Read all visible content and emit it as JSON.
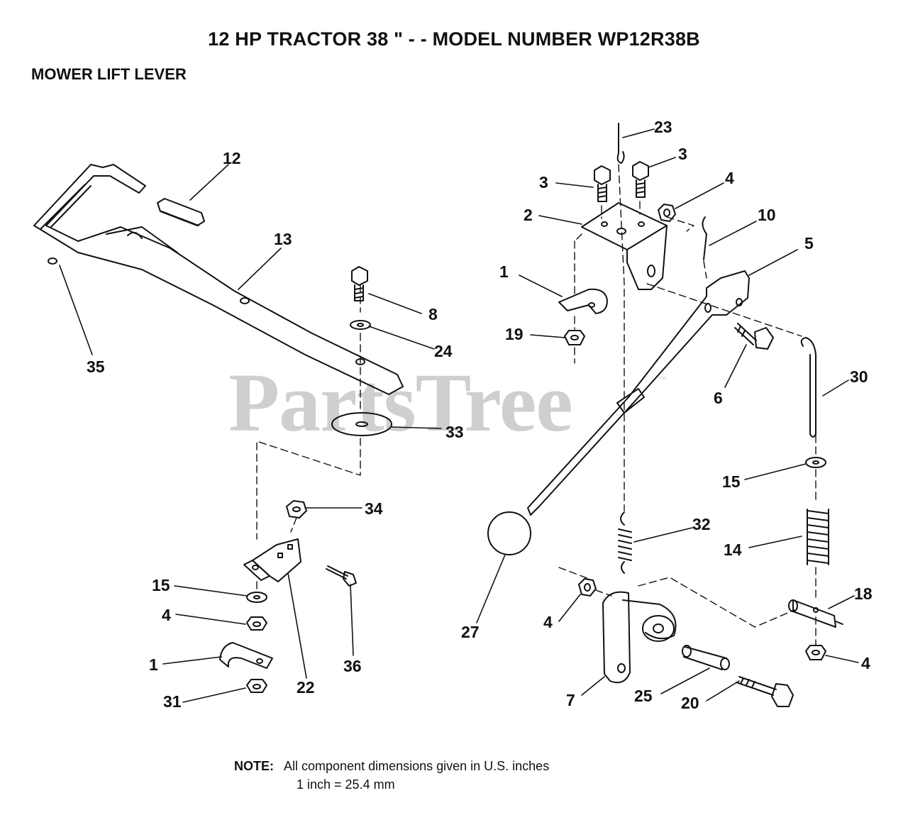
{
  "header": {
    "title": "12 HP TRACTOR  38 \" - - MODEL NUMBER WP12R38B",
    "subtitle": "MOWER LIFT LEVER"
  },
  "watermark": {
    "text": "PartsTree",
    "trademark": "™"
  },
  "callouts": [
    {
      "id": "c23",
      "label": "23"
    },
    {
      "id": "c3a",
      "label": "3"
    },
    {
      "id": "c3b",
      "label": "3"
    },
    {
      "id": "c4a",
      "label": "4"
    },
    {
      "id": "c2",
      "label": "2"
    },
    {
      "id": "c10",
      "label": "10"
    },
    {
      "id": "c5",
      "label": "5"
    },
    {
      "id": "c1a",
      "label": "1"
    },
    {
      "id": "c19",
      "label": "19"
    },
    {
      "id": "c6",
      "label": "6"
    },
    {
      "id": "c30",
      "label": "30"
    },
    {
      "id": "c15a",
      "label": "15"
    },
    {
      "id": "c14",
      "label": "14"
    },
    {
      "id": "c32",
      "label": "32"
    },
    {
      "id": "c27",
      "label": "27"
    },
    {
      "id": "c4b",
      "label": "4"
    },
    {
      "id": "c18",
      "label": "18"
    },
    {
      "id": "c4c",
      "label": "4"
    },
    {
      "id": "c7",
      "label": "7"
    },
    {
      "id": "c25",
      "label": "25"
    },
    {
      "id": "c20",
      "label": "20"
    },
    {
      "id": "c12",
      "label": "12"
    },
    {
      "id": "c13",
      "label": "13"
    },
    {
      "id": "c35",
      "label": "35"
    },
    {
      "id": "c8",
      "label": "8"
    },
    {
      "id": "c24",
      "label": "24"
    },
    {
      "id": "c33",
      "label": "33"
    },
    {
      "id": "c34",
      "label": "34"
    },
    {
      "id": "c15b",
      "label": "15"
    },
    {
      "id": "c4d",
      "label": "4"
    },
    {
      "id": "c1b",
      "label": "1"
    },
    {
      "id": "c31",
      "label": "31"
    },
    {
      "id": "c22",
      "label": "22"
    },
    {
      "id": "c36",
      "label": "36"
    }
  ],
  "note": {
    "label": "NOTE:",
    "line1": "All component dimensions given in U.S. inches",
    "line2": "1 inch = 25.4 mm"
  }
}
